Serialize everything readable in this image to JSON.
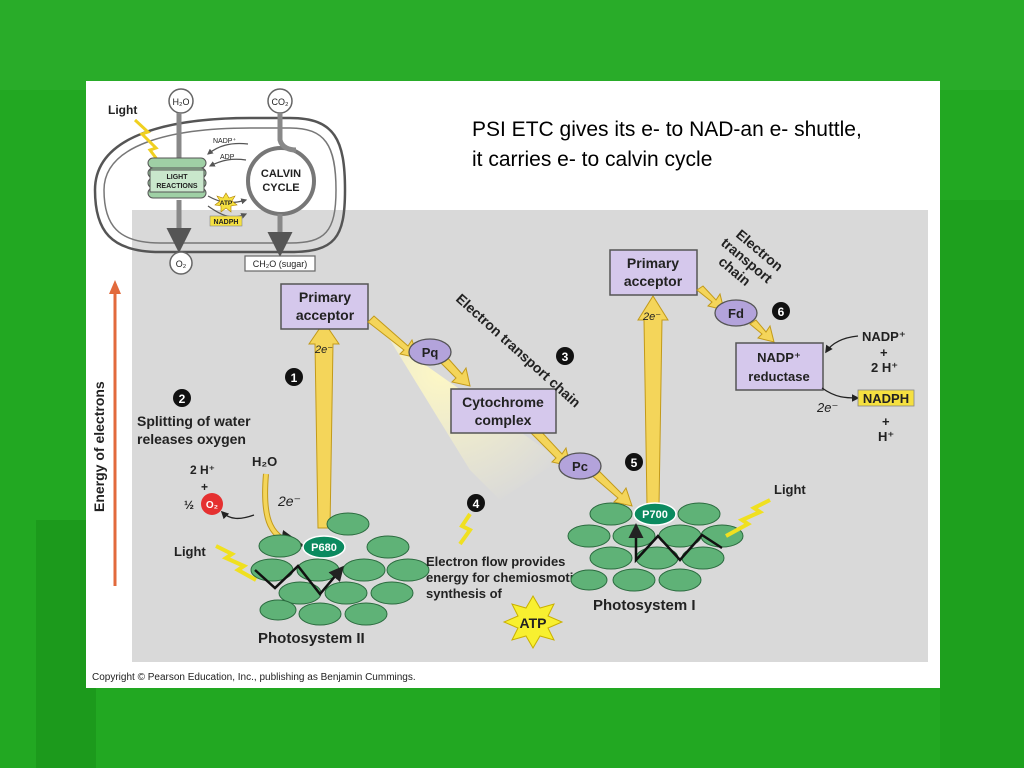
{
  "caption": {
    "line1": "PSI ETC gives its e- to NAD-an e- shuttle,",
    "line2": "it carries e- to calvin cycle"
  },
  "inset": {
    "light": "Light",
    "h2o": "H₂O",
    "co2": "CO₂",
    "nadp": "NADP⁺",
    "adp": "ADP",
    "light_reactions_1": "LIGHT",
    "light_reactions_2": "REACTIONS",
    "atp": "ATP",
    "nadph": "NADPH",
    "calvin_1": "CALVIN",
    "calvin_2": "CYCLE",
    "o2": "O₂",
    "sugar": "CH₂O (sugar)"
  },
  "axis": {
    "label": "Energy of electrons"
  },
  "ps2": {
    "primary_1": "Primary",
    "primary_2": "acceptor",
    "two_e_top": "2e⁻",
    "step1": "1",
    "step2": "2",
    "split_1": "Splitting of water",
    "split_2": "releases oxygen",
    "h_plus": "2 H⁺",
    "plus": "+",
    "half": "½",
    "o2": "O₂",
    "h2o": "H₂O",
    "two_e": "2e⁻",
    "light": "Light",
    "p680": "P680",
    "label_main": "Photosystem",
    "label_num": "II"
  },
  "etc": {
    "pq": "Pq",
    "cyto_1": "Cytochrome",
    "cyto_2": "complex",
    "pc": "Pc",
    "label": "Electron transport chain",
    "step3": "3",
    "step4": "4",
    "step5": "5",
    "flow_1": "Electron flow provides",
    "flow_2": "energy for chemiosmotic",
    "flow_3": "synthesis of",
    "atp": "ATP"
  },
  "ps1": {
    "primary_1": "Primary",
    "primary_2": "acceptor",
    "two_e": "2e⁻",
    "p700": "P700",
    "light": "Light",
    "label_main": "Photosystem",
    "label_num": "I",
    "etc_1": "Electron",
    "etc_2": "transport",
    "etc_3": "chain",
    "step6": "6",
    "fd": "Fd",
    "nadp_in": "NADP⁺",
    "plus1": "+",
    "h_in": "2 H⁺",
    "red_1": "NADP⁺",
    "red_2": "reductase",
    "nadph": "NADPH",
    "plus2": "+",
    "h_out": "H⁺"
  },
  "copyright": "Copyright © Pearson Education, Inc., publishing as Benjamin Cummings.",
  "colors": {
    "slide_green": "#22a822",
    "panel_gray": "#d9d9d9",
    "box_purple": "#d5c8ec",
    "ellipse_purple": "#b3a3db",
    "disk_green": "#5fb277",
    "reaction_center": "#0b8a5f",
    "arrow_yellow": "#f4d55a",
    "axis_red": "#e26a3c"
  }
}
